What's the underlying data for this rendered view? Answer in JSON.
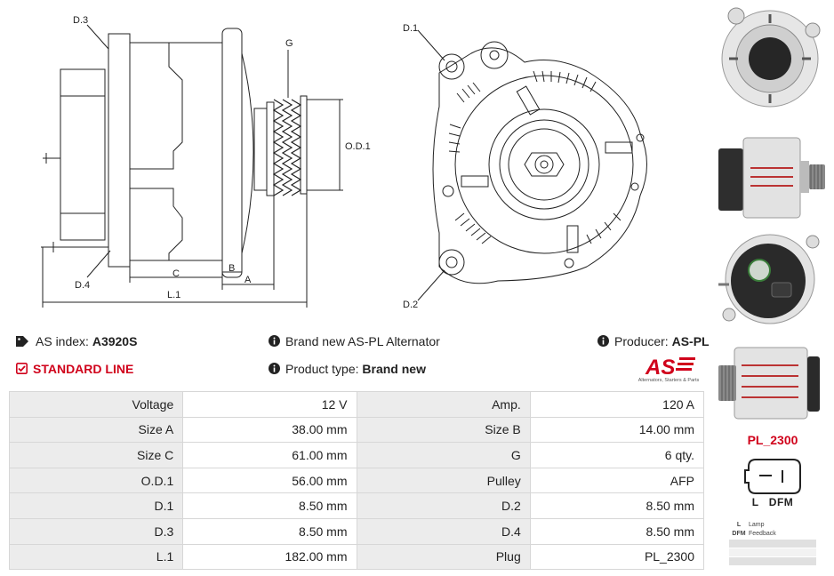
{
  "drawing": {
    "labels": {
      "d3": "D.3",
      "d4": "D.4",
      "g": "G",
      "od1": "O.D.1",
      "b": "B",
      "c": "C",
      "a": "A",
      "l1": "L.1",
      "d1": "D.1",
      "d2": "D.2"
    }
  },
  "info": {
    "as_index_label": "AS index:",
    "as_index_value": "A3920S",
    "description": "Brand new AS-PL Alternator",
    "producer_label": "Producer:",
    "producer_value": "AS-PL",
    "line": "STANDARD LINE",
    "product_type_label": "Product type:",
    "product_type_value": "Brand new",
    "logo_text": "AS",
    "logo_tagline": "Alternators, Starters & Parts"
  },
  "specs": [
    {
      "l1": "Voltage",
      "v1": "12 V",
      "l2": "Amp.",
      "v2": "120 A"
    },
    {
      "l1": "Size A",
      "v1": "38.00 mm",
      "l2": "Size B",
      "v2": "14.00 mm"
    },
    {
      "l1": "Size C",
      "v1": "61.00 mm",
      "l2": "G",
      "v2": "6 qty."
    },
    {
      "l1": "O.D.1",
      "v1": "56.00 mm",
      "l2": "Pulley",
      "v2": "AFP"
    },
    {
      "l1": "D.1",
      "v1": "8.50 mm",
      "l2": "D.2",
      "v2": "8.50 mm"
    },
    {
      "l1": "D.3",
      "v1": "8.50 mm",
      "l2": "D.4",
      "v2": "8.50 mm"
    },
    {
      "l1": "L.1",
      "v1": "182.00 mm",
      "l2": "Plug",
      "v2": "PL_2300"
    }
  ],
  "plug": {
    "title": "PL_2300",
    "pins": "L   DFM",
    "legend": [
      {
        "key": "L",
        "desc": "Lamp"
      },
      {
        "key": "DFM",
        "desc": "Feedback"
      }
    ]
  },
  "colors": {
    "accent": "#d0021b",
    "label_bg": "#ececec",
    "border": "#d7d7d7"
  },
  "icons": [
    "tag-icon",
    "info-circle-icon",
    "check-square-icon"
  ]
}
